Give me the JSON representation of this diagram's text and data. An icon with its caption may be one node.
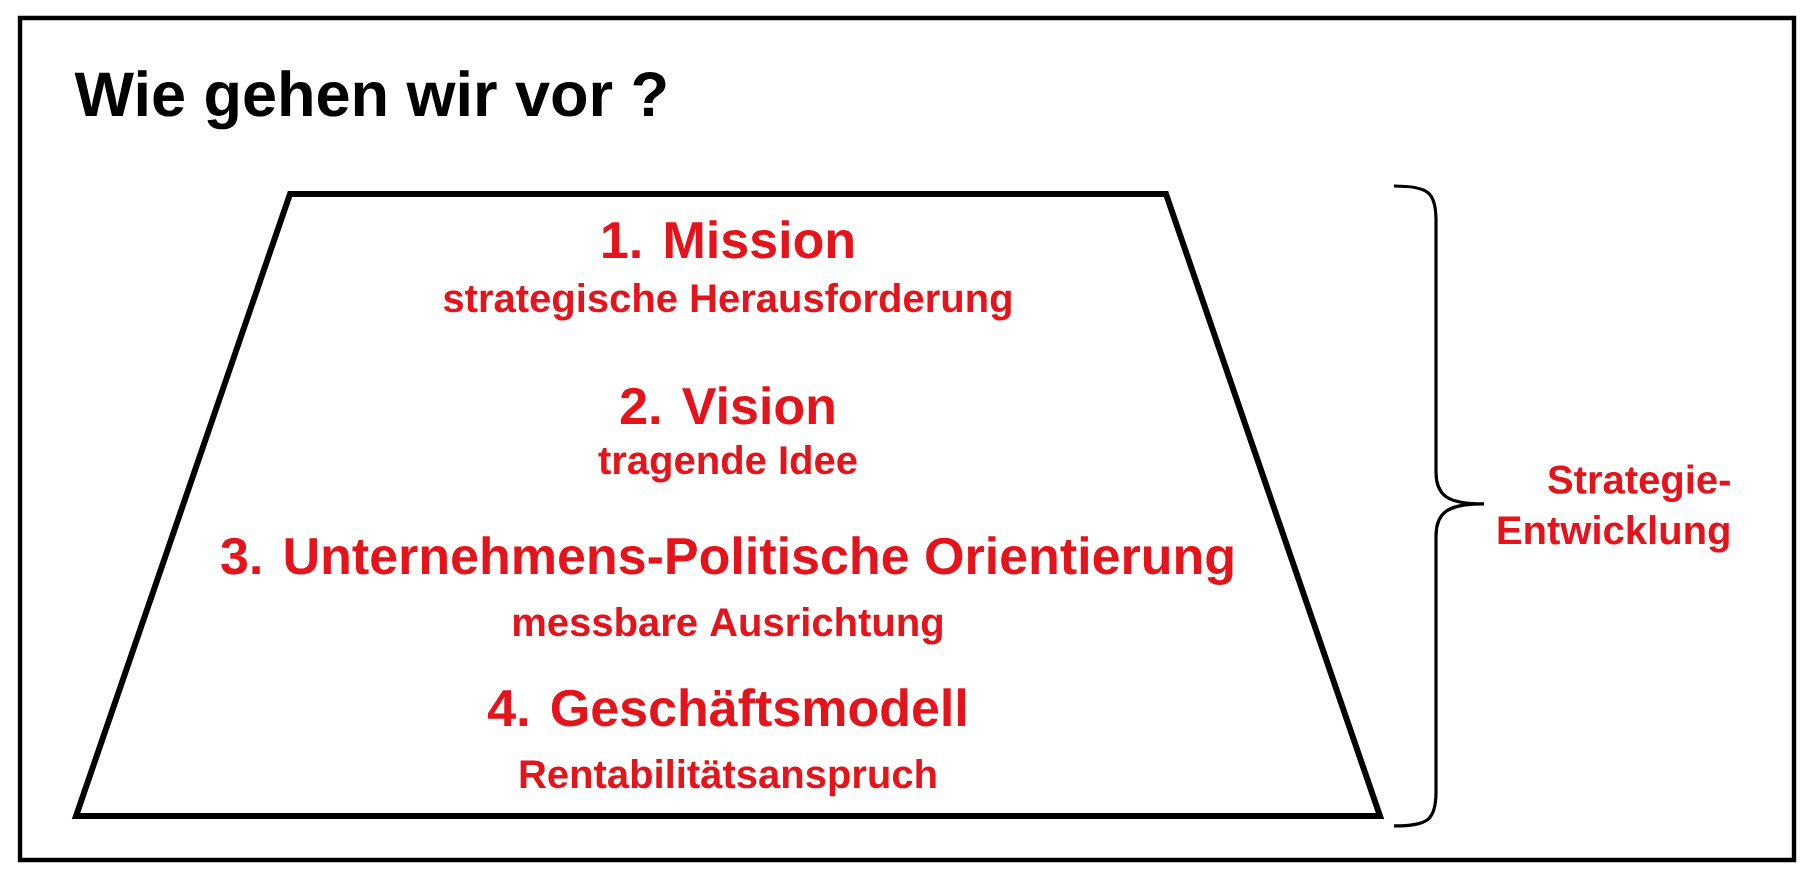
{
  "diagram": {
    "title": "Wie gehen wir vor ?",
    "nodes": [
      {
        "text": [
          "1. Mission",
          "strategische Herausforderung",
          "2. Vision",
          "tragende Idee",
          "3. Unternehmens-Politische Orientierung",
          "messbare Ausrichtung",
          "4. Geschäftsmodell",
          "Rentabilitätsanspruch"
        ],
        "beside": [
          "Strategie- Entwicklung"
        ]
      }
    ]
  }
}
